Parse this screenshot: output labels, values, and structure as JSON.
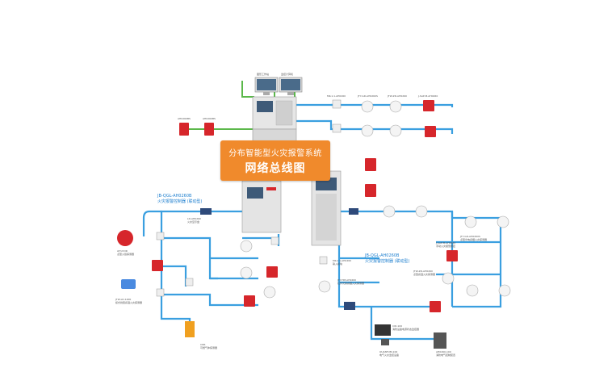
{
  "banner": {
    "line1": "分布智能型火灾报警系统",
    "line2": "网络总线图"
  },
  "subsystems": {
    "left": {
      "model": "JB-QGL-AH0260B",
      "desc": "火灾报警控制器 (联动型)"
    },
    "right": {
      "model": "JB-QGL-AH0260B",
      "desc": "火灾报警控制器 (联动型)"
    }
  },
  "labels": {
    "workstation": "图形工作站",
    "printer_pc": "监控计算机",
    "sounder": "AH0260BS",
    "sounder2": "AH0260BS",
    "module": "MK-1.1-AH0260",
    "module_desc": "输入模块",
    "smoke": "JTY-GD-AH0260S",
    "smoke_desc": "点型光电感烟火灾探测器",
    "heat": "JTW-ZD-AH0260",
    "heat_desc": "点型感温火灾探测器",
    "call": "J-SAP-M-AH0260",
    "call_desc": "手动火灾报警按钮",
    "flame": "AT/UV/IR",
    "flame_desc": "点型火焰探测器",
    "linear": "JTW-LD-1000",
    "linear_desc": "缆式线型感温火灾探测器",
    "beam": "JTY-HM-AH0260",
    "beam_desc": "红外光束感烟火灾探测器",
    "repeater": "CDR",
    "repeater_desc": "可燃气体探测器",
    "panel": "LD-AH0260",
    "panel_desc": "火灾显示盘",
    "cam_left": "CID-100",
    "cam_left_desc": "消防设备电源状态监控器",
    "cam_right": "AH0260-100",
    "cam_right_desc": "消防电气控制装置",
    "quantum": "QUANTUM-100",
    "quantum_desc": "电气火灾监控设备"
  },
  "colors": {
    "bus": "#3a9fe0",
    "link": "#5bb84a",
    "banner": "#f08a2c"
  }
}
